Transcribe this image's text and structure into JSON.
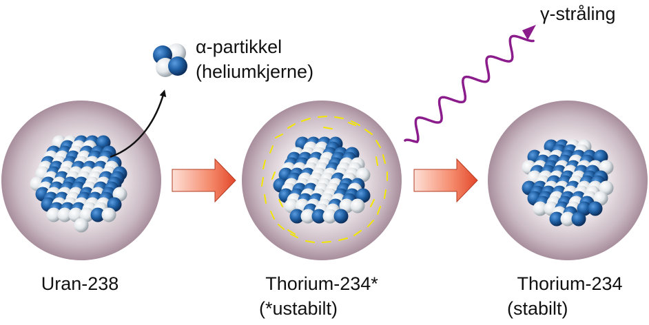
{
  "labels": {
    "alpha": "α-partikkel",
    "alpha_sub": "(heliumkjerne)",
    "gamma": "γ-stråling",
    "uran": "Uran-238",
    "thorium_unstable": "Thorium-234*",
    "thorium_unstable_note": "(*ustabilt)",
    "thorium_stable": "Thorium-234",
    "thorium_stable_note": "(stabilt)"
  },
  "colors": {
    "proton": "#1f5fa3",
    "neutron": "#e8ecef",
    "sphere_edge": "#a88e9c",
    "sphere_center": "#ffffff",
    "arrow_fill": "#ef6b4d",
    "gamma_wave": "#8b1c8c",
    "excitation_marks": "#f2e600"
  }
}
